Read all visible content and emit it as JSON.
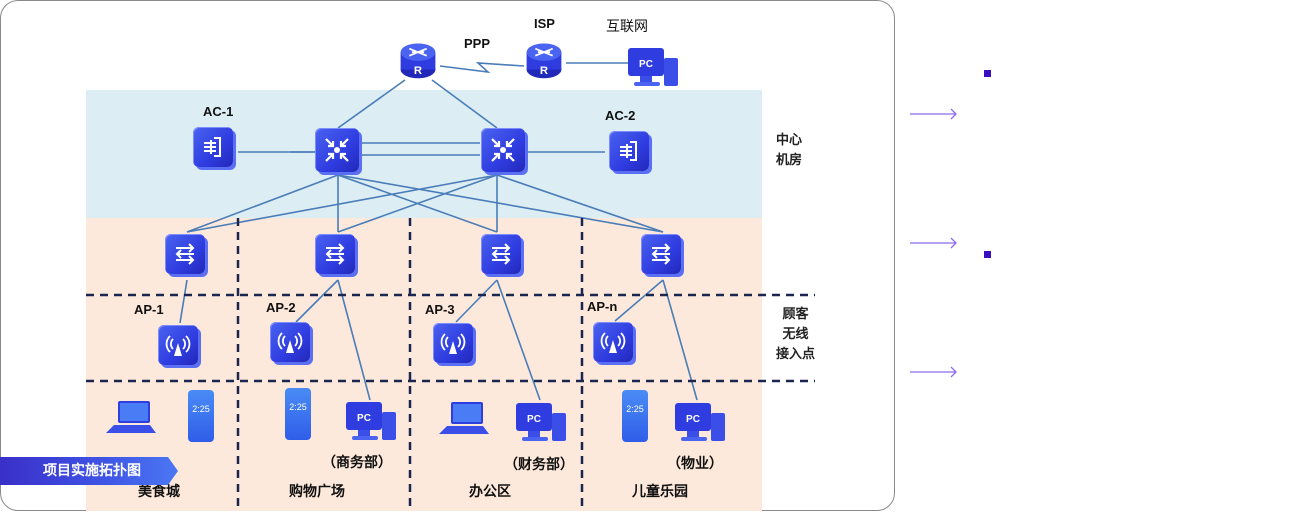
{
  "diagram": {
    "banner_title": "项目实施拓扑图",
    "wan": {
      "link_label": "PPP",
      "isp_label": "ISP",
      "internet_label": "互联网",
      "router_letter": "R",
      "pc_label": "PC"
    },
    "core": {
      "zone_label_line1": "中心",
      "zone_label_line2": "机房",
      "ac1_label": "AC-1",
      "ac2_label": "AC-2"
    },
    "wireless": {
      "zone_label_line1": "顾客",
      "zone_label_line2": "无线",
      "zone_label_line3": "接入点",
      "aps": [
        "AP-1",
        "AP-2",
        "AP-3",
        "AP-n"
      ]
    },
    "areas": [
      {
        "name": "美食城",
        "pc_note": ""
      },
      {
        "name": "购物广场",
        "pc_note": "（商务部）"
      },
      {
        "name": "办公区",
        "pc_note": "（财务部）"
      },
      {
        "name": "儿童乐园",
        "pc_note": "（物业）"
      }
    ],
    "phone_time": "2:25",
    "colors": {
      "device_blue": "#2f3ce0",
      "link_blue": "#4a7db8",
      "core_zone": "#dcedf4",
      "access_zone": "#fde9dc",
      "accent_purple": "#3a0fc2",
      "arrow_purple": "#8c6cf0"
    }
  },
  "side_panel": {
    "bullets": [
      "",
      ""
    ],
    "arrows": [
      "",
      "",
      ""
    ]
  }
}
